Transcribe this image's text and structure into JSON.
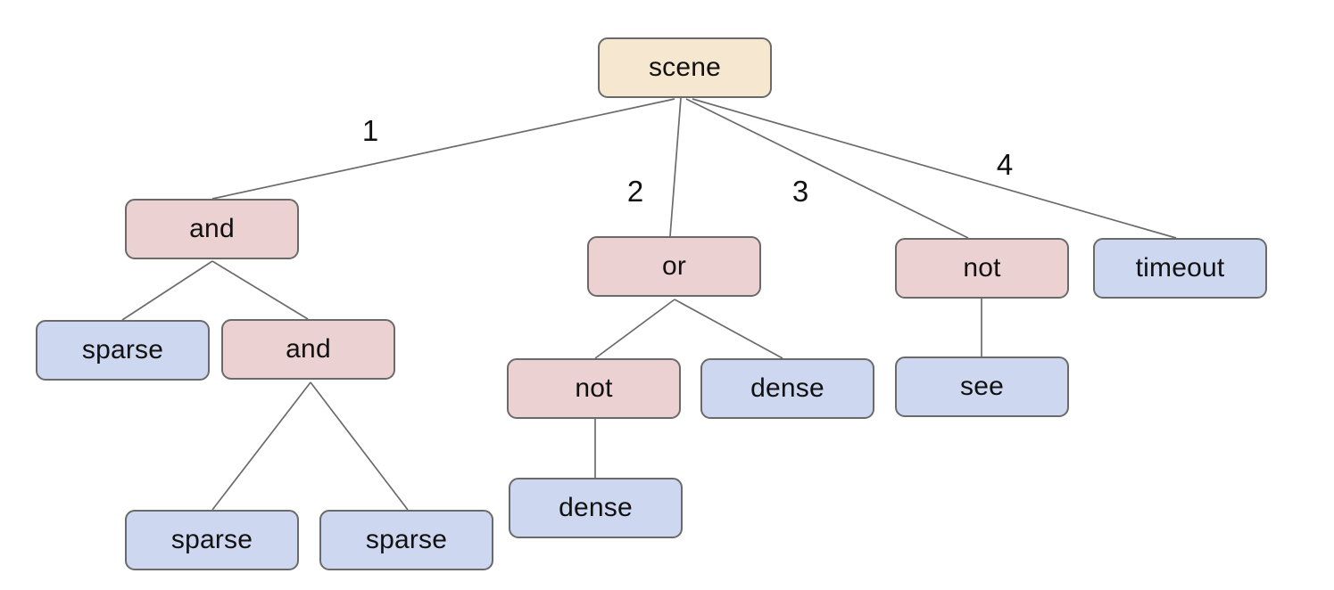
{
  "diagram": {
    "kind": "tree",
    "background": "#ffffff",
    "colors": {
      "root_fill": "#f5e7d0",
      "operator_fill": "#ebd1d1",
      "leaf_fill": "#cdd7ef",
      "border": "#6a6a6a",
      "edge_line": "#6b6b6b",
      "text": "#111111"
    },
    "nodes": {
      "scene": "scene",
      "and1": "and",
      "or1": "or",
      "not_branch": "not",
      "timeout": "timeout",
      "sparse1": "sparse",
      "and2": "and",
      "not_under_or": "not",
      "dense_right": "dense",
      "see": "see",
      "dense_bottom": "dense",
      "sparse2": "sparse",
      "sparse3": "sparse"
    },
    "edge_labels": {
      "branch1": "1",
      "branch2": "2",
      "branch3": "3",
      "branch4": "4"
    },
    "tree": {
      "label": "scene",
      "children": [
        {
          "edge": "1",
          "label": "and",
          "children": [
            {
              "label": "sparse"
            },
            {
              "label": "and",
              "children": [
                {
                  "label": "sparse"
                },
                {
                  "label": "sparse"
                }
              ]
            }
          ]
        },
        {
          "edge": "2",
          "label": "or",
          "children": [
            {
              "label": "not",
              "children": [
                {
                  "label": "dense"
                }
              ]
            },
            {
              "label": "dense"
            }
          ]
        },
        {
          "edge": "3",
          "label": "not",
          "children": [
            {
              "label": "see"
            }
          ]
        },
        {
          "edge": "4",
          "label": "timeout"
        }
      ]
    }
  }
}
